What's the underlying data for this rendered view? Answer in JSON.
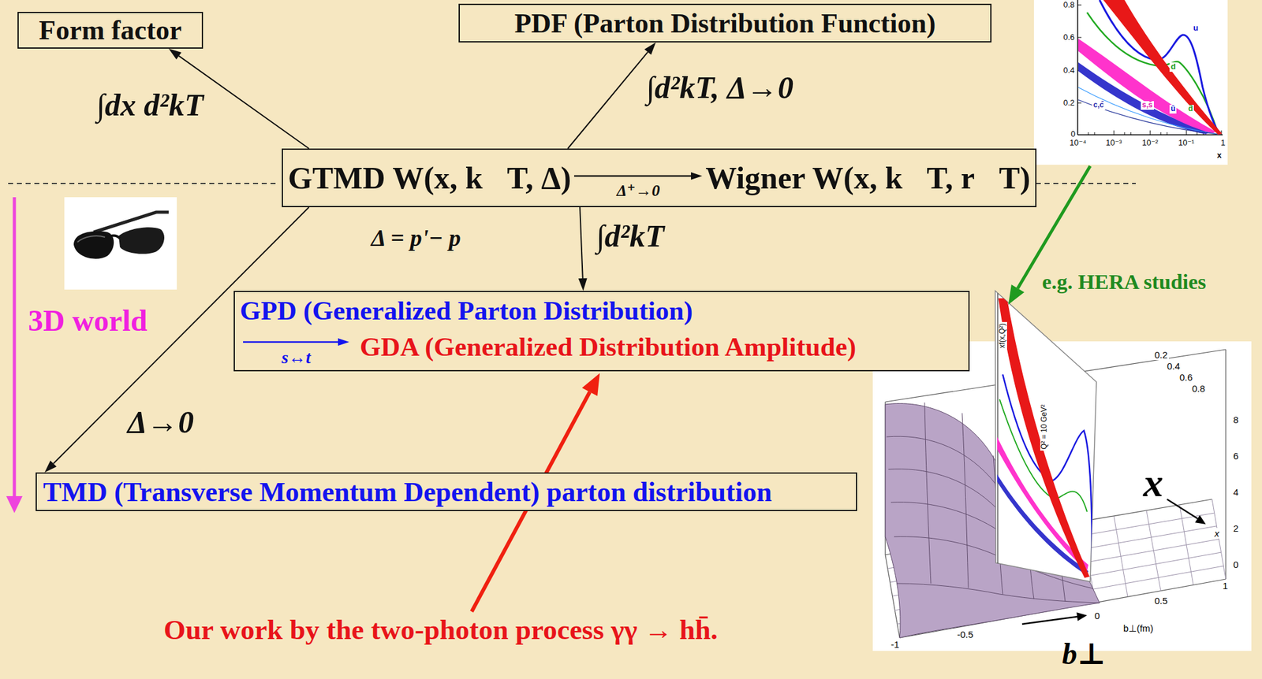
{
  "diagram": {
    "nodes": [
      {
        "text": [
          "Form factor"
        ]
      },
      {
        "text": [
          "PDF (Parton Distribution Function)"
        ]
      },
      {
        "text": [
          "GTMD W(x, k⃗T, Δ)",
          "Δ⁺→0",
          "Wigner W(x, k⃗T, r⃗T)"
        ]
      },
      {
        "text": [
          "GPD (Generalized Parton Distribution)",
          "s↔t",
          "GDA (Generalized Distribution Amplitude)"
        ]
      },
      {
        "text": [
          "TMD (Transverse Momentum Dependent) parton distribution"
        ]
      }
    ],
    "edges": [
      {
        "from": 2,
        "to": 0,
        "arrow": "to",
        "label": "∫dx d²kT"
      },
      {
        "from": 2,
        "to": 1,
        "arrow": "to",
        "label": "∫d²kT, Δ→0"
      },
      {
        "from": 2,
        "to": 3,
        "arrow": "to",
        "label": "∫d²kT"
      },
      {
        "from": 2,
        "to": 4,
        "arrow": "to",
        "label": "Δ→0"
      }
    ],
    "labels": [
      "Δ = p'− p",
      "3D world",
      "Our work by the two-photon process γγ → hh̄.",
      "e.g. HERA studies",
      "0.8",
      "0.6",
      "0.4",
      "0.2",
      "0",
      "10⁻⁴",
      "10⁻³",
      "10⁻²",
      "10⁻¹",
      "1",
      "x",
      "u",
      "d",
      "c,c̄",
      "s,s̄",
      "ū",
      "d̄",
      "0.2",
      "0.4",
      "0.6",
      "0.8",
      "8",
      "6",
      "4",
      "2",
      "0",
      "x",
      "-1",
      "-0.5",
      "0",
      "0.5",
      "1",
      "b⊥(fm)",
      "xf(x,Q²)",
      "Q² = 10 GeV²",
      "x",
      "b⊥"
    ]
  }
}
